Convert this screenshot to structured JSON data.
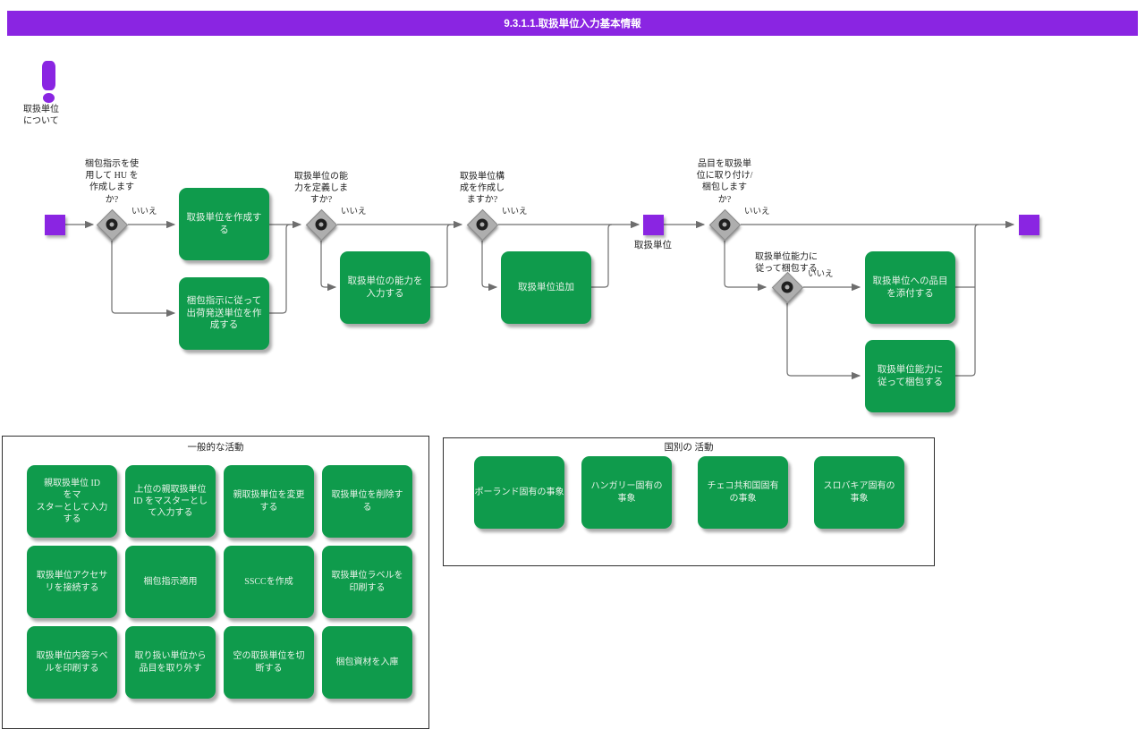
{
  "title_bar": {
    "text": "9.3.1.1.取扱単位入力基本情報"
  },
  "note": {
    "label": "取扱単位\nについて"
  },
  "flow": {
    "event_label": "取扱単位",
    "gateways": [
      {
        "question": "梱包指示を使\n用して HU を\n作成します\nか?",
        "branch_label": "いいえ"
      },
      {
        "question": "取扱単位の能\n力を定義しま\nすか?",
        "branch_label": "いいえ"
      },
      {
        "question": "取扱単位構\n成を作成し\nますか?",
        "branch_label": "いいえ"
      },
      {
        "question": "品目を取扱単\n位に取り付け/\n梱包します\nか?",
        "branch_label": "いいえ"
      },
      {
        "question": "取扱単位能力に\n従って梱包する",
        "branch_label": "いいえ"
      }
    ],
    "tasks": [
      {
        "label": "取扱単位を作成す\nる"
      },
      {
        "label": "梱包指示に従って\n出荷発送単位を作\n成する"
      },
      {
        "label": "取扱単位の能力を\n入力する"
      },
      {
        "label": "取扱単位追加"
      },
      {
        "label": "取扱単位への品目\nを添付する"
      },
      {
        "label": "取扱単位能力に\n従って梱包する"
      }
    ]
  },
  "sections": {
    "general": {
      "title": "一般的な活動",
      "items": [
        "親取扱単位 ID\nをマ\nスターとして入力\nする",
        "上位の親取扱単位\nID をマスターとし\nて入力する",
        "親取扱単位を変更\nする",
        "取扱単位を削除す\nる",
        "取扱単位アクセサ\nリを接続する",
        "梱包指示適用",
        "SSCCを作成",
        "取扱単位ラベルを\n印刷する",
        "取扱単位内容ラベ\nルを印刷する",
        "取り扱い単位から\n品目を取り外す",
        "空の取扱単位を切\n断する",
        "梱包資材を入庫"
      ]
    },
    "country": {
      "title": "国別の 活動",
      "items": [
        "ポーランド固有の事象",
        "ハンガリー固有の\n事象",
        "チェコ共和国固有\nの事象",
        "スロバキア固有の\n事象"
      ]
    }
  },
  "colors": {
    "accent_purple": "#8A25E2",
    "task_green": "#0F9B4C",
    "line_gray": "#6E6E6E"
  }
}
